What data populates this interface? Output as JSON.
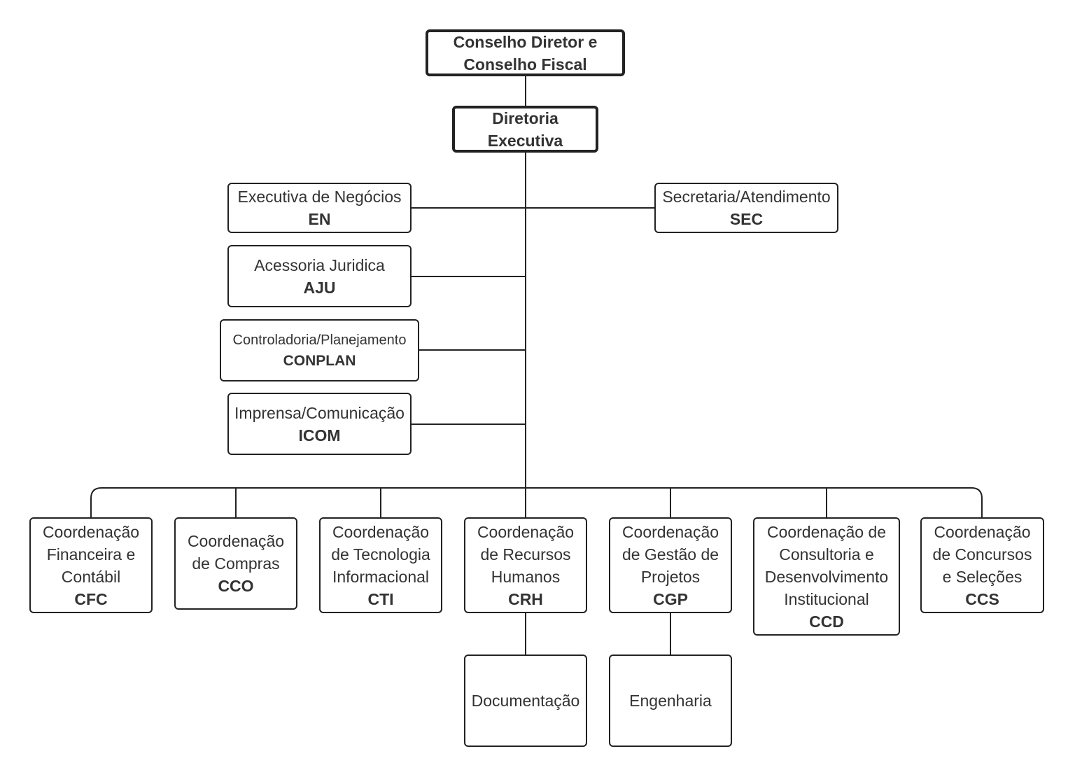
{
  "top": {
    "line1": "Conselho Diretor e",
    "line2": "Conselho Fiscal"
  },
  "exec": {
    "line1": "Diretoria",
    "line2": "Executiva"
  },
  "staff": {
    "en": {
      "label": "Executiva de Negócios",
      "code": "EN"
    },
    "sec": {
      "label": "Secretaria/Atendimento",
      "code": "SEC"
    },
    "aju": {
      "label": "Acessoria Juridica",
      "code": "AJU"
    },
    "conplan": {
      "label": "Controladoria/Planejamento",
      "code": "CONPLAN"
    },
    "icom": {
      "label": "Imprensa/Comunicação",
      "code": "ICOM"
    }
  },
  "coords": {
    "cfc": {
      "lines": [
        "Coordenação",
        "Financeira e",
        "Contábil"
      ],
      "code": "CFC"
    },
    "cco": {
      "lines": [
        "Coordenação",
        "de Compras"
      ],
      "code": "CCO"
    },
    "cti": {
      "lines": [
        "Coordenação",
        "de Tecnologia",
        "Informacional"
      ],
      "code": "CTI"
    },
    "crh": {
      "lines": [
        "Coordenação",
        "de Recursos",
        "Humanos"
      ],
      "code": "CRH"
    },
    "cgp": {
      "lines": [
        "Coordenação",
        "de Gestão de",
        "Projetos"
      ],
      "code": "CGP"
    },
    "ccd": {
      "lines": [
        "Coordenação de",
        "Consultoria e",
        "Desenvolvimento",
        "Institucional"
      ],
      "code": "CCD"
    },
    "ccs": {
      "lines": [
        "Coordenação",
        "de Concursos",
        "e Seleções"
      ],
      "code": "CCS"
    }
  },
  "sub": {
    "doc": "Documentação",
    "eng": "Engenharia"
  }
}
